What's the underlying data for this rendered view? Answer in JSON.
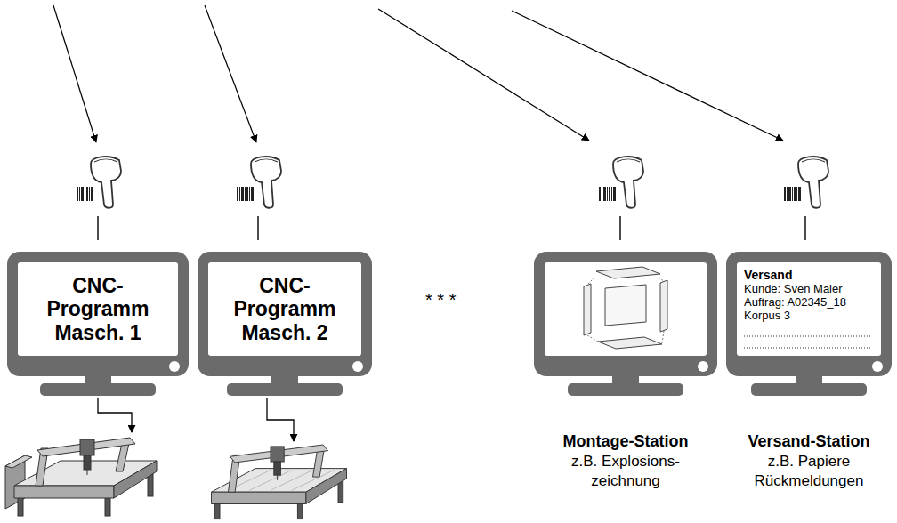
{
  "diagram": {
    "nodes": [
      {
        "text": [
          "CNC- Programm Masch. 1"
        ]
      },
      {
        "text": [
          "CNC- Programm Masch. 2"
        ]
      },
      {
        "text": [
          "Montage-Station",
          "z.B. Explosions- zeichnung"
        ]
      },
      {
        "text": [
          "Versand",
          "Kunde: Sven Maier Auftrag: A02345_18 Korpus 3",
          "Versand-Station",
          "z.B. Papiere Rückmeldungen"
        ]
      }
    ],
    "labels": [
      "* * *"
    ]
  }
}
